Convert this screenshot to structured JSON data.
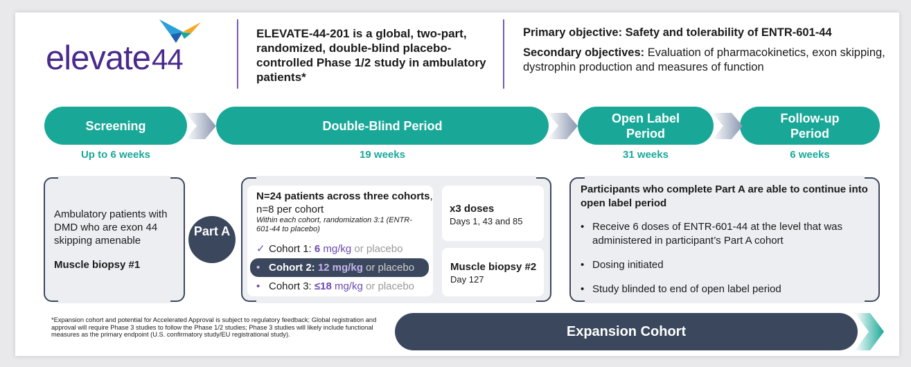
{
  "logo": {
    "word": "elevate",
    "number": "44"
  },
  "header": {
    "description": "ELEVATE-44-201 is a global, two-part, randomized, double-blind placebo-controlled Phase 1/2 study in ambulatory patients*",
    "primary_label": "Primary objective: Safety and tolerability of ENTR-601-44",
    "secondary_label": "Secondary objectives:",
    "secondary_text": " Evaluation of pharmacokinetics, exon skipping, dystrophin production and measures of function"
  },
  "phases": [
    {
      "label": "Screening",
      "duration": "Up to 6 weeks"
    },
    {
      "label": "Double-Blind Period",
      "duration": "19 weeks"
    },
    {
      "label": "Open Label Period",
      "duration": "31 weeks"
    },
    {
      "label": "Follow-up Period",
      "duration": "6 weeks"
    }
  ],
  "screening_box": {
    "text": "Ambulatory patients with DMD who are exon 44 skipping amenable",
    "biopsy": "Muscle biopsy #1"
  },
  "part_a": "Part A",
  "cohorts_card": {
    "title_bold": "N=24 patients across three cohorts",
    "title_rest": ", n=8 per cohort",
    "subtitle": "Within each cohort, randomization 3:1 (ENTR-601-44 to placebo)",
    "items": [
      {
        "marker": "✓",
        "name": "Cohort 1: ",
        "dose": "6",
        "unit": " mg/kg",
        "alt": " or placebo"
      },
      {
        "marker": "•",
        "name": "Cohort 2: ",
        "dose": "12",
        "unit": " mg/kg",
        "alt": " or placebo"
      },
      {
        "marker": "•",
        "name": "Cohort 3: ",
        "dose": "≤18",
        "unit": " mg/kg",
        "alt": " or placebo"
      }
    ]
  },
  "dose_card": {
    "title": "x3 doses",
    "sub": "Days 1, 43 and 85"
  },
  "biopsy_card": {
    "title": "Muscle biopsy #2",
    "sub": "Day 127"
  },
  "open_label_box": {
    "title": "Participants who complete Part A are able to continue into open label period",
    "items": [
      "Receive 6 doses of ENTR-601-44 at the level that was administered in participant’s Part A cohort",
      "Dosing initiated",
      "Study blinded to end of open label period"
    ]
  },
  "footnote": "*Expansion cohort and potential for Accelerated Approval is subject to regulatory feedback; Global registration and approval will require Phase 3 studies to follow the Phase 1/2 studies; Phase 3 studies will likely include functional measures as the primary endpoint (U.S. confirmatory study/EU registrational study).",
  "expansion": "Expansion Cohort",
  "colors": {
    "teal": "#19a898",
    "navy": "#3b475d",
    "purple": "#4a2a8c",
    "panel": "#edeef2"
  }
}
